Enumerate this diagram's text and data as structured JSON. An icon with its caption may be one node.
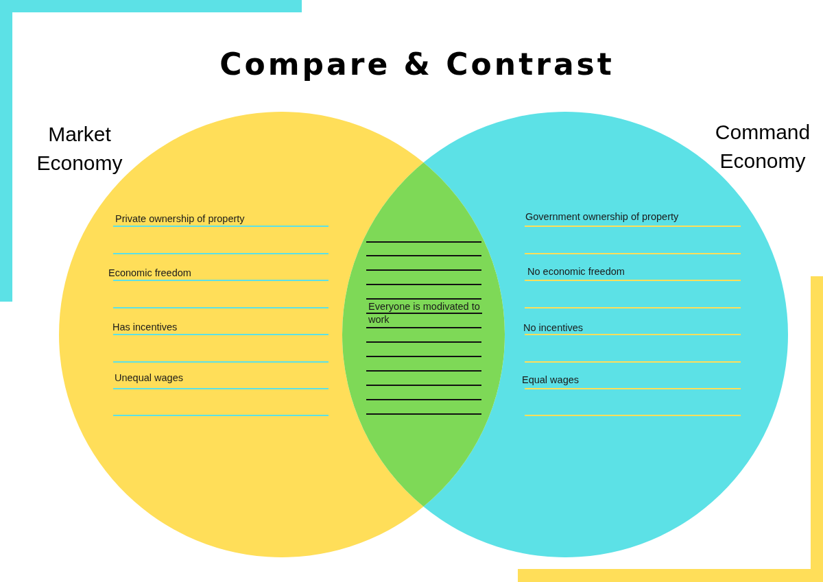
{
  "diagram": {
    "title": "Compare & Contrast",
    "nodes": [
      {
        "text": [
          "Market Economy",
          "Private ownership of property",
          "Economic freedom",
          "Has incentives",
          "Unequal wages"
        ]
      },
      {
        "text": [
          "Command Economy",
          "Government ownership of property",
          "No economic freedom",
          "No incentives",
          "Equal wages"
        ]
      },
      {
        "text": [
          "Everyone is modivated to work"
        ]
      }
    ]
  }
}
